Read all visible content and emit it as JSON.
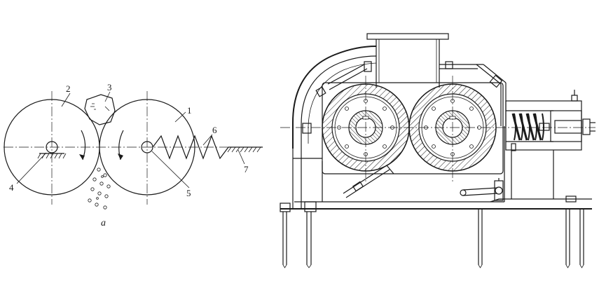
{
  "schematic": {
    "callouts": [
      {
        "id": "roll-right",
        "text": "1"
      },
      {
        "id": "roll-left",
        "text": "2"
      },
      {
        "id": "feed-lump",
        "text": "3"
      },
      {
        "id": "fixed-bearing",
        "text": "4"
      },
      {
        "id": "movable-bearing",
        "text": "5"
      },
      {
        "id": "spring",
        "text": "6"
      },
      {
        "id": "frame",
        "text": "7"
      }
    ],
    "caption": "a"
  }
}
